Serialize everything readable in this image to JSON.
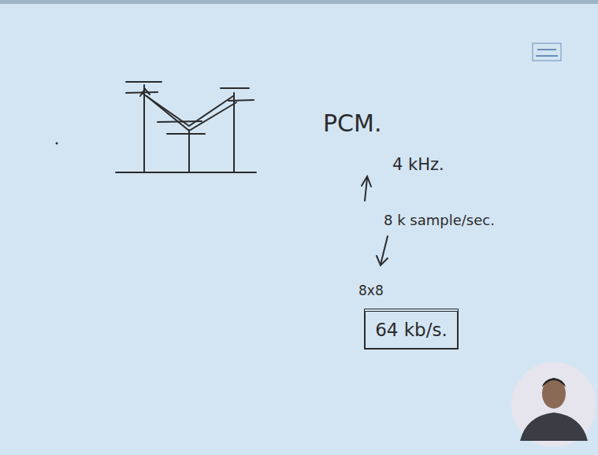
{
  "diagram": {
    "nodes": [
      {
        "text": [
          "64 kb/s."
        ]
      }
    ],
    "labels": [
      "PCM.",
      "4 kHz.",
      "8 k sample/sec.",
      "8x8"
    ]
  }
}
